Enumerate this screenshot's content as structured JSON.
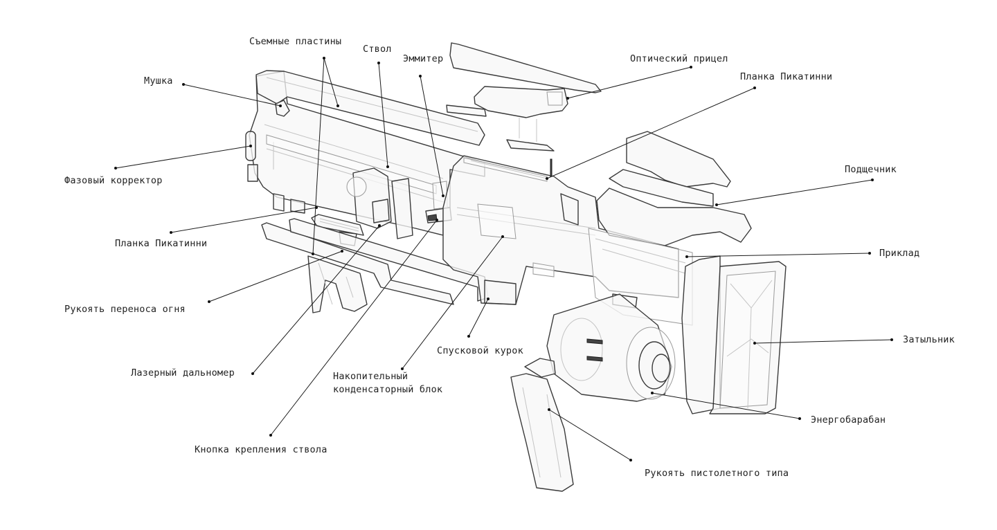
{
  "diagram": {
    "type": "exploded-view",
    "subject": "energy rifle",
    "labels": [
      {
        "id": "removable-plates",
        "text": "Съемные пластины"
      },
      {
        "id": "barrel",
        "text": "Ствол"
      },
      {
        "id": "emitter",
        "text": "Эммитер"
      },
      {
        "id": "optical-sight",
        "text": "Оптический прицел"
      },
      {
        "id": "picatinny-rail-top",
        "text": "Планка Пикатинни"
      },
      {
        "id": "front-sight",
        "text": "Мушка"
      },
      {
        "id": "cheek-rest",
        "text": "Подщечник"
      },
      {
        "id": "phase-corrector",
        "text": "Фазовый корректор"
      },
      {
        "id": "stock",
        "text": "Приклад"
      },
      {
        "id": "picatinny-rail-bottom",
        "text": "Планка Пикатинни"
      },
      {
        "id": "fire-selector-grip",
        "text": "Рукоять переноса огня"
      },
      {
        "id": "butt-plate",
        "text": "Затыльник"
      },
      {
        "id": "trigger",
        "text": "Спусковой курок"
      },
      {
        "id": "laser-rangefinder",
        "text": "Лазерный дальномер"
      },
      {
        "id": "capacitor-block",
        "text": "Накопительный\nконденсаторный блок"
      },
      {
        "id": "energy-drum",
        "text": "Энергобарабан"
      },
      {
        "id": "barrel-mount-button",
        "text": "Кнопка крепления ствола"
      },
      {
        "id": "pistol-grip",
        "text": "Рукоять пистолетного типа"
      }
    ]
  },
  "colors": {
    "background": "#ffffff",
    "text": "#222222",
    "line": "#1a1a1a",
    "part_stroke": "#3a3a3a",
    "part_fill": "#f7f7f7"
  }
}
